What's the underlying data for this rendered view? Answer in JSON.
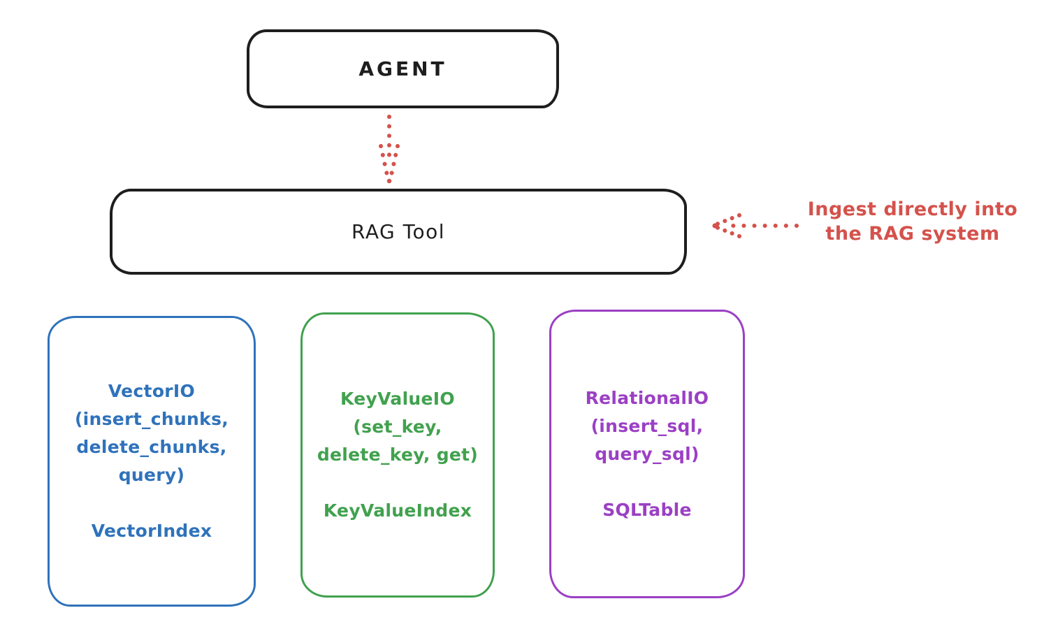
{
  "colors": {
    "stroke": "#1e1e1e",
    "red": "#d4524c",
    "blue": "#2f72bb",
    "green": "#41a14e",
    "purple": "#9b40c4",
    "background": "#ffffff"
  },
  "diagram": {
    "agent": {
      "label": "AGENT"
    },
    "rag_tool": {
      "label": "RAG Tool"
    },
    "ingest_note": {
      "line1": "Ingest directly into",
      "line2": "the RAG system"
    },
    "arrows": [
      {
        "from": "agent",
        "to": "rag-tool",
        "style": "dotted",
        "color": "#d4524c"
      },
      {
        "from": "ingest-note",
        "to": "rag-tool",
        "style": "dotted",
        "color": "#d4524c"
      }
    ],
    "io_boxes": [
      {
        "name": "vector-io",
        "color": "#2f72bb",
        "body": "VectorIO\n(insert_chunks,\ndelete_chunks,\nquery)",
        "index": "VectorIndex"
      },
      {
        "name": "keyvalue-io",
        "color": "#41a14e",
        "body": "KeyValueIO\n(set_key,\ndelete_key, get)",
        "index": "KeyValueIndex"
      },
      {
        "name": "relational-io",
        "color": "#9b40c4",
        "body": "RelationalIO\n(insert_sql,\nquery_sql)",
        "index": "SQLTable"
      }
    ]
  }
}
